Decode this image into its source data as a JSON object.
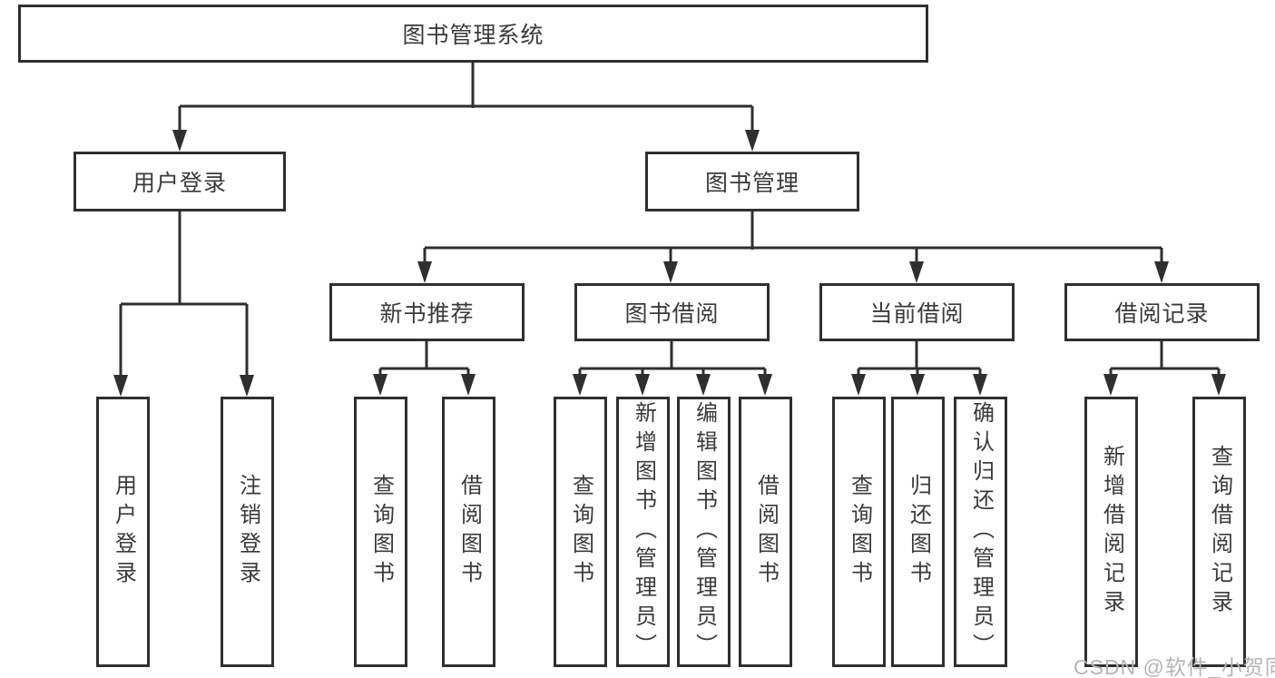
{
  "diagram": {
    "title": "图书管理系统",
    "nodes": {
      "root": "图书管理系统",
      "user_login": "用户登录",
      "book_management": "图书管理",
      "new_book_recommendation": "新书推荐",
      "book_borrowing": "图书借阅",
      "current_borrowing": "当前借阅",
      "borrowing_records": "借阅记录"
    },
    "leaves": {
      "user_login": [
        "用户登录",
        "注销登录"
      ],
      "new_book_recommendation": [
        "查询图书",
        "借阅图书"
      ],
      "book_borrowing": [
        "查询图书",
        "新增图书（管理员）",
        "编辑图书（管理员）",
        "借阅图书"
      ],
      "current_borrowing": [
        "查询图书",
        "归还图书",
        "确认归还（管理员）"
      ],
      "borrowing_records": [
        "新增借阅记录",
        "查询借阅记录"
      ]
    },
    "colors": {
      "line": "#2f2f2f",
      "text": "#3a3a3e",
      "watermark": "#b5b5b5"
    }
  },
  "watermark": "CSDN @软件_小贺同学"
}
